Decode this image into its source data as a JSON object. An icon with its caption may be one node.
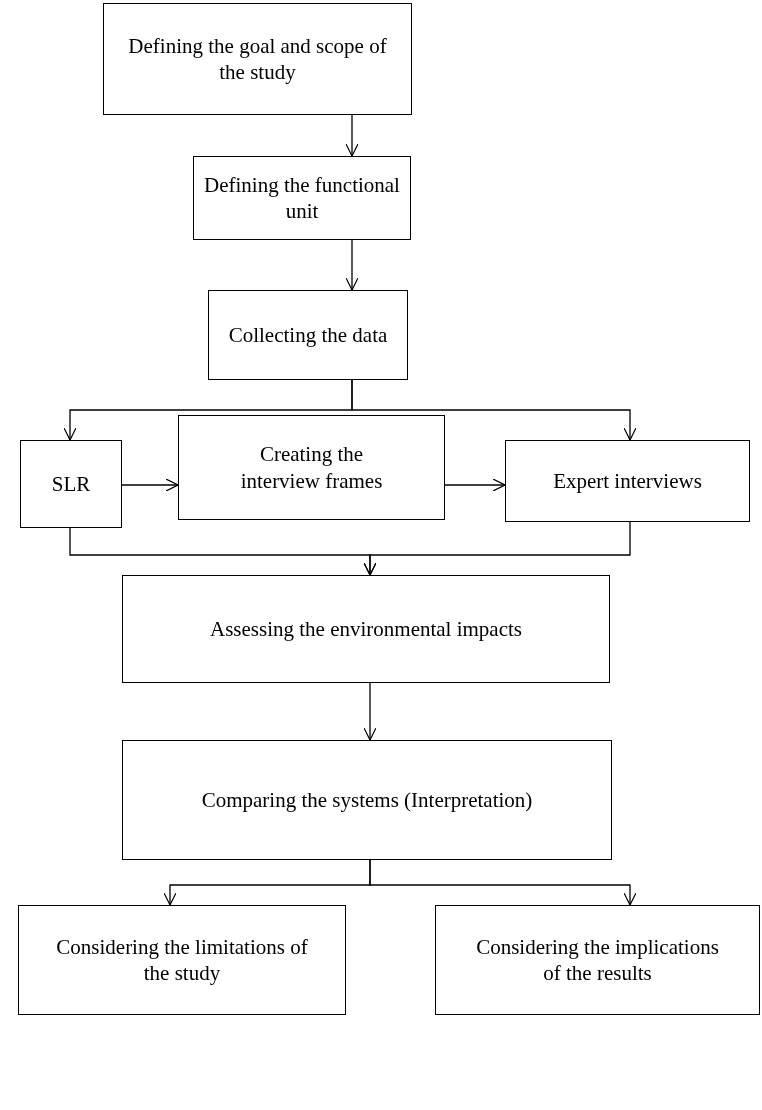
{
  "diagram": {
    "nodes": [
      {
        "text": [
          "Defining the goal and scope of the study"
        ]
      },
      {
        "text": [
          "Defining the functional unit"
        ]
      },
      {
        "text": [
          "Collecting the data"
        ]
      },
      {
        "text": [
          "SLR"
        ]
      },
      {
        "text": [
          "Creating the interview frames"
        ]
      },
      {
        "text": [
          "Expert interviews"
        ]
      },
      {
        "text": [
          "Assessing the environmental impacts"
        ]
      },
      {
        "text": [
          "Comparing the systems (Interpretation)"
        ]
      },
      {
        "text": [
          "Considering the limitations of the study"
        ]
      },
      {
        "text": [
          "Considering the implications of the results"
        ]
      }
    ],
    "edges": [
      {
        "from": 0,
        "to": 1,
        "arrow": "to"
      },
      {
        "from": 1,
        "to": 2,
        "arrow": "to"
      },
      {
        "from": 2,
        "to": 3,
        "arrow": "to"
      },
      {
        "from": 2,
        "to": 5,
        "arrow": "to"
      },
      {
        "from": 3,
        "to": 4,
        "arrow": "to"
      },
      {
        "from": 4,
        "to": 5,
        "arrow": "to"
      },
      {
        "from": 3,
        "to": 6,
        "arrow": "to"
      },
      {
        "from": 5,
        "to": 6,
        "arrow": "to"
      },
      {
        "from": 6,
        "to": 7,
        "arrow": "to"
      },
      {
        "from": 7,
        "to": 8,
        "arrow": "to"
      },
      {
        "from": 7,
        "to": 9,
        "arrow": "to"
      }
    ]
  }
}
